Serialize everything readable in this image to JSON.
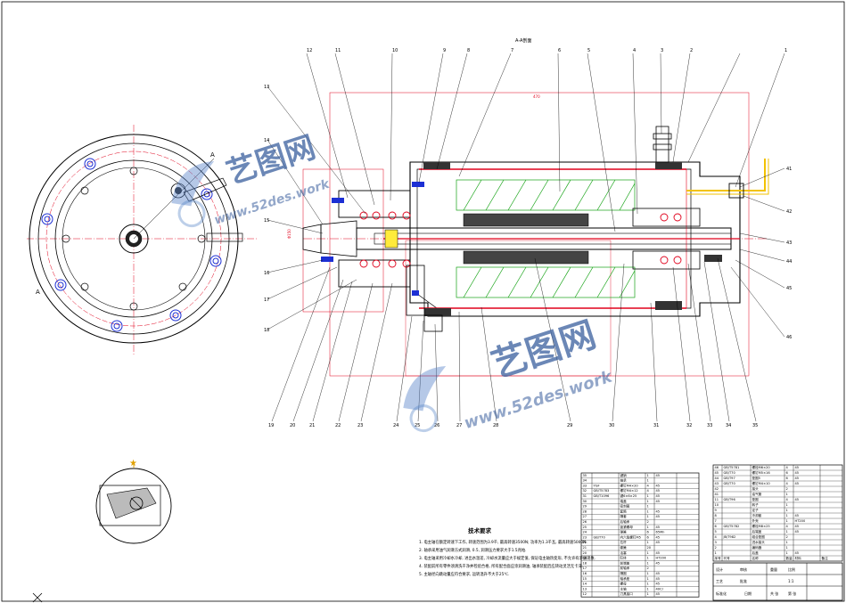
{
  "sheet": {
    "section_title": "A-A剖面",
    "overall_dimension": "470",
    "diameter_dimension": "Φ150",
    "view_marker": "A"
  },
  "balloons_top": [
    "12",
    "11",
    "10",
    "9",
    "8",
    "7",
    "6",
    "5",
    "4",
    "3",
    "2",
    "1"
  ],
  "balloons_left": [
    "13",
    "14",
    "15",
    "16",
    "17",
    "18"
  ],
  "balloons_right": [
    "41",
    "42",
    "43",
    "44",
    "45",
    "46"
  ],
  "balloons_bottom": [
    "19",
    "20",
    "21",
    "22",
    "23",
    "24",
    "25",
    "26",
    "27",
    "28",
    "29",
    "30",
    "31",
    "32",
    "33",
    "34",
    "35"
  ],
  "technical_requirements": {
    "title": "技术要求",
    "lines": [
      "1. 电主轴在额定转速下工作, 转速范围为3.9千, 最高转速3500N; 功率为1.3千瓦, 最高转速5000N.",
      "2. 轴承采用油气润滑方式润滑, 0.5, 润滑压力要求大于1.5兆帕.",
      "3. 电主轴采用冷却水冷却, 进出水温差, 冷却水流量应大于规定值, 保证电主轴热变形, 不允许有渗漏现象.",
      "4. 装配前所有零件须清洗干净并检验合格, 所有配合面应涂润滑油, 轴承装配后应转动灵活无卡滞.",
      "5. 主轴径向跳动量应符合要求, 运转温升不大于25℃."
    ]
  },
  "watermark": {
    "brand": "艺图网",
    "url": "www.52des.work"
  },
  "title_block": {
    "labels": [
      "设计",
      "审核",
      "工艺",
      "批准",
      "标准化",
      "日期",
      "重量",
      "比例",
      "共 张",
      "第 张"
    ],
    "scale": "1:1"
  },
  "bom_left": {
    "rows": [
      [
        "35",
        "",
        "键销",
        "1",
        "45",
        ""
      ],
      [
        "34",
        "",
        "轴承",
        "1",
        "",
        ""
      ],
      [
        "33",
        "YGF",
        "螺钉M4×20",
        "4",
        "45",
        ""
      ],
      [
        "32",
        "GB/T5783",
        "螺钉M4×12",
        "4",
        "45",
        ""
      ],
      [
        "31",
        "GB/T1096",
        "键6×6×25",
        "1",
        "45",
        ""
      ],
      [
        "30",
        "",
        "端盖",
        "1",
        "45",
        ""
      ],
      [
        "29",
        "",
        "密封圈",
        "1",
        "",
        ""
      ],
      [
        "28",
        "",
        "套筒",
        "1",
        "45",
        ""
      ],
      [
        "27",
        "",
        "隔套",
        "1",
        "45",
        ""
      ],
      [
        "26",
        "",
        "后轴承",
        "2",
        "",
        ""
      ],
      [
        "25",
        "",
        "锁紧螺母",
        "1",
        "45",
        ""
      ],
      [
        "24",
        "",
        "弹簧",
        "6",
        "65Mn",
        ""
      ],
      [
        "23",
        "GB/T70",
        "内六角螺钉M5",
        "6",
        "45",
        ""
      ],
      [
        "22",
        "",
        "拉杆",
        "1",
        "45",
        ""
      ],
      [
        "21",
        "",
        "碟簧",
        "20",
        "",
        ""
      ],
      [
        "20",
        "",
        "活塞",
        "1",
        "45",
        ""
      ],
      [
        "19",
        "",
        "缸体",
        "1",
        "HT200",
        ""
      ],
      [
        "18",
        "",
        "前端盖",
        "1",
        "45",
        ""
      ],
      [
        "17",
        "",
        "前轴承",
        "2",
        "",
        ""
      ],
      [
        "16",
        "",
        "隔圈",
        "1",
        "45",
        ""
      ],
      [
        "15",
        "",
        "轴承座",
        "1",
        "45",
        ""
      ],
      [
        "14",
        "",
        "螺母",
        "1",
        "45",
        ""
      ],
      [
        "13",
        "",
        "主轴",
        "1",
        "40Cr",
        ""
      ],
      [
        "12",
        "",
        "刀具接口",
        "1",
        "45",
        ""
      ]
    ]
  },
  "bom_right": {
    "rows": [
      [
        "46",
        "GB/T5781",
        "螺栓M6×20",
        "4",
        "45",
        ""
      ],
      [
        "45",
        "GB/T70",
        "螺钉M5×16",
        "6",
        "45",
        ""
      ],
      [
        "44",
        "GB/T97",
        "垫圈5",
        "6",
        "45",
        ""
      ],
      [
        "43",
        "GB/T70",
        "螺钉M4×10",
        "4",
        "45",
        ""
      ],
      [
        "42",
        "",
        "接头",
        "2",
        "",
        ""
      ],
      [
        "41",
        "",
        "油气管",
        "1",
        "",
        ""
      ],
      [
        "11",
        "GB/T96",
        "垫圈",
        "4",
        "45",
        ""
      ],
      [
        "10",
        "",
        "转子",
        "1",
        "",
        ""
      ],
      [
        "9",
        "",
        "定子",
        "1",
        "",
        ""
      ],
      [
        "8",
        "",
        "冷却套",
        "1",
        "45",
        ""
      ],
      [
        "7",
        "",
        "外壳",
        "1",
        "HT200",
        ""
      ],
      [
        "6",
        "GB/T5782",
        "螺栓M8×25",
        "4",
        "45",
        ""
      ],
      [
        "5",
        "",
        "后端盖",
        "1",
        "45",
        ""
      ],
      [
        "4",
        "JB/T982",
        "组合垫圈",
        "2",
        "",
        ""
      ],
      [
        "3",
        "",
        "进水接头",
        "1",
        "",
        ""
      ],
      [
        "2",
        "",
        "编码器",
        "1",
        "",
        ""
      ],
      [
        "1",
        "",
        "后盖",
        "1",
        "45",
        ""
      ]
    ],
    "header": [
      "序号",
      "代号",
      "名称",
      "数量",
      "材料",
      "备注"
    ]
  }
}
